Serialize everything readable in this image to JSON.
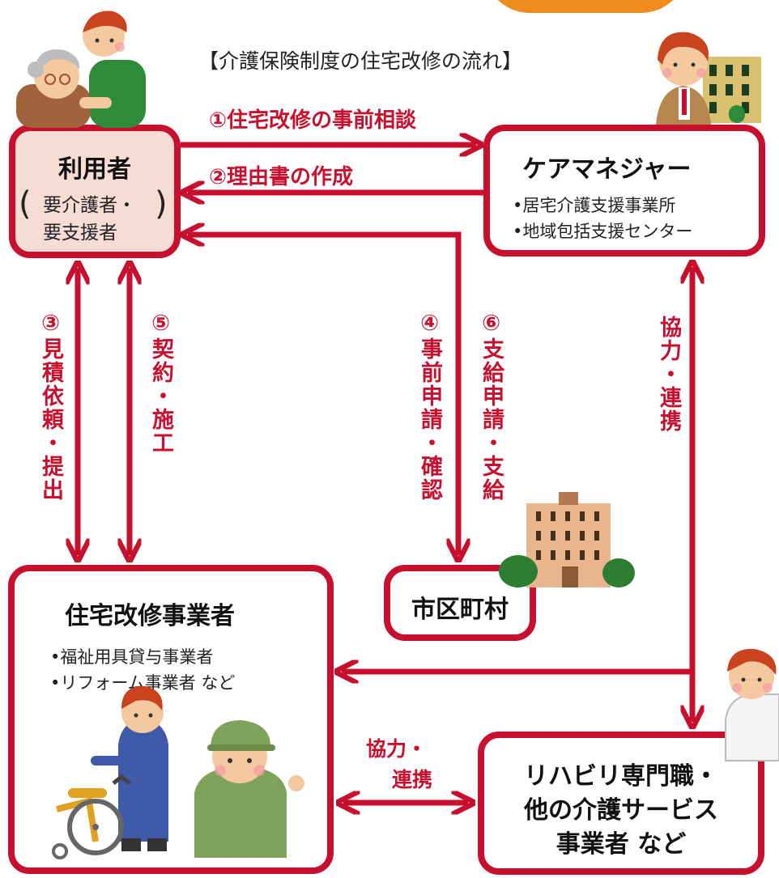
{
  "title": "【介護保険制度の住宅改修の流れ】",
  "user_box": {
    "title": "利用者",
    "line1": "要介護者・",
    "line2": "要支援者"
  },
  "care_manager_box": {
    "title": "ケアマネジャー",
    "bullet1": "•居宅介護支援事業所",
    "bullet2": "•地域包括支援センター"
  },
  "contractor_box": {
    "title": "住宅改修事業者",
    "bullet1": "•福祉用具貸与事業者",
    "bullet2": "•リフォーム事業者 など"
  },
  "city_box": {
    "title": "市区町村"
  },
  "rehab_box": {
    "line1": "リハビリ専門職・",
    "line2": "他の介護サービス",
    "line3": "事業者 など"
  },
  "arrows": {
    "step1": "①住宅改修の事前相談",
    "step2": "②理由書の作成",
    "step3": "③見積依頼・提出",
    "step4": "④事前申請・確認",
    "step5": "⑤契約・施工",
    "step6": "⑥支給申請・支給",
    "coop_vertical": "協力・連携",
    "coop_bottom_1": "協力・",
    "coop_bottom_2": "連携"
  },
  "colors": {
    "accent_red": "#c8102e",
    "user_fill": "#f6ddd3",
    "orange": "#f08c1e"
  },
  "icons": [
    "elderly-caregiver-illustration",
    "care-manager-illustration",
    "building-icon",
    "city-hall-illustration",
    "contractor-illustration",
    "wheelchair-icon",
    "rehab-therapist-illustration"
  ]
}
